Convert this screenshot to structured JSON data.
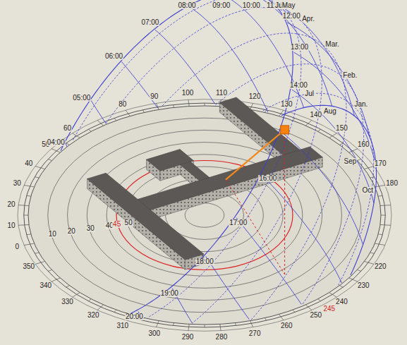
{
  "diagram": {
    "labels": [
      "0",
      "10",
      "20",
      "30",
      "40",
      "50",
      "60",
      "80",
      "90",
      "100",
      "110",
      "120",
      "130",
      "140",
      "150",
      "160",
      "170",
      "180",
      "220",
      "230",
      "240",
      "245",
      "250",
      "260",
      "270",
      "280",
      "290",
      "300",
      "310",
      "320",
      "330",
      "340",
      "350",
      "04:00",
      "05:00",
      "06:00",
      "07:00",
      "08:00",
      "09:00",
      "10:00",
      "11:00",
      "12:00",
      "13:00",
      "14:00",
      "16:00",
      "17:00",
      "18:00",
      "19:00",
      "20:00",
      "10",
      "20",
      "30",
      "40",
      "45",
      "50",
      "Jun",
      "May",
      "Apr.",
      "Mar.",
      "Feb.",
      "Jan.",
      "Jul",
      "Aug",
      "Sep",
      "Oct"
    ]
  }
}
